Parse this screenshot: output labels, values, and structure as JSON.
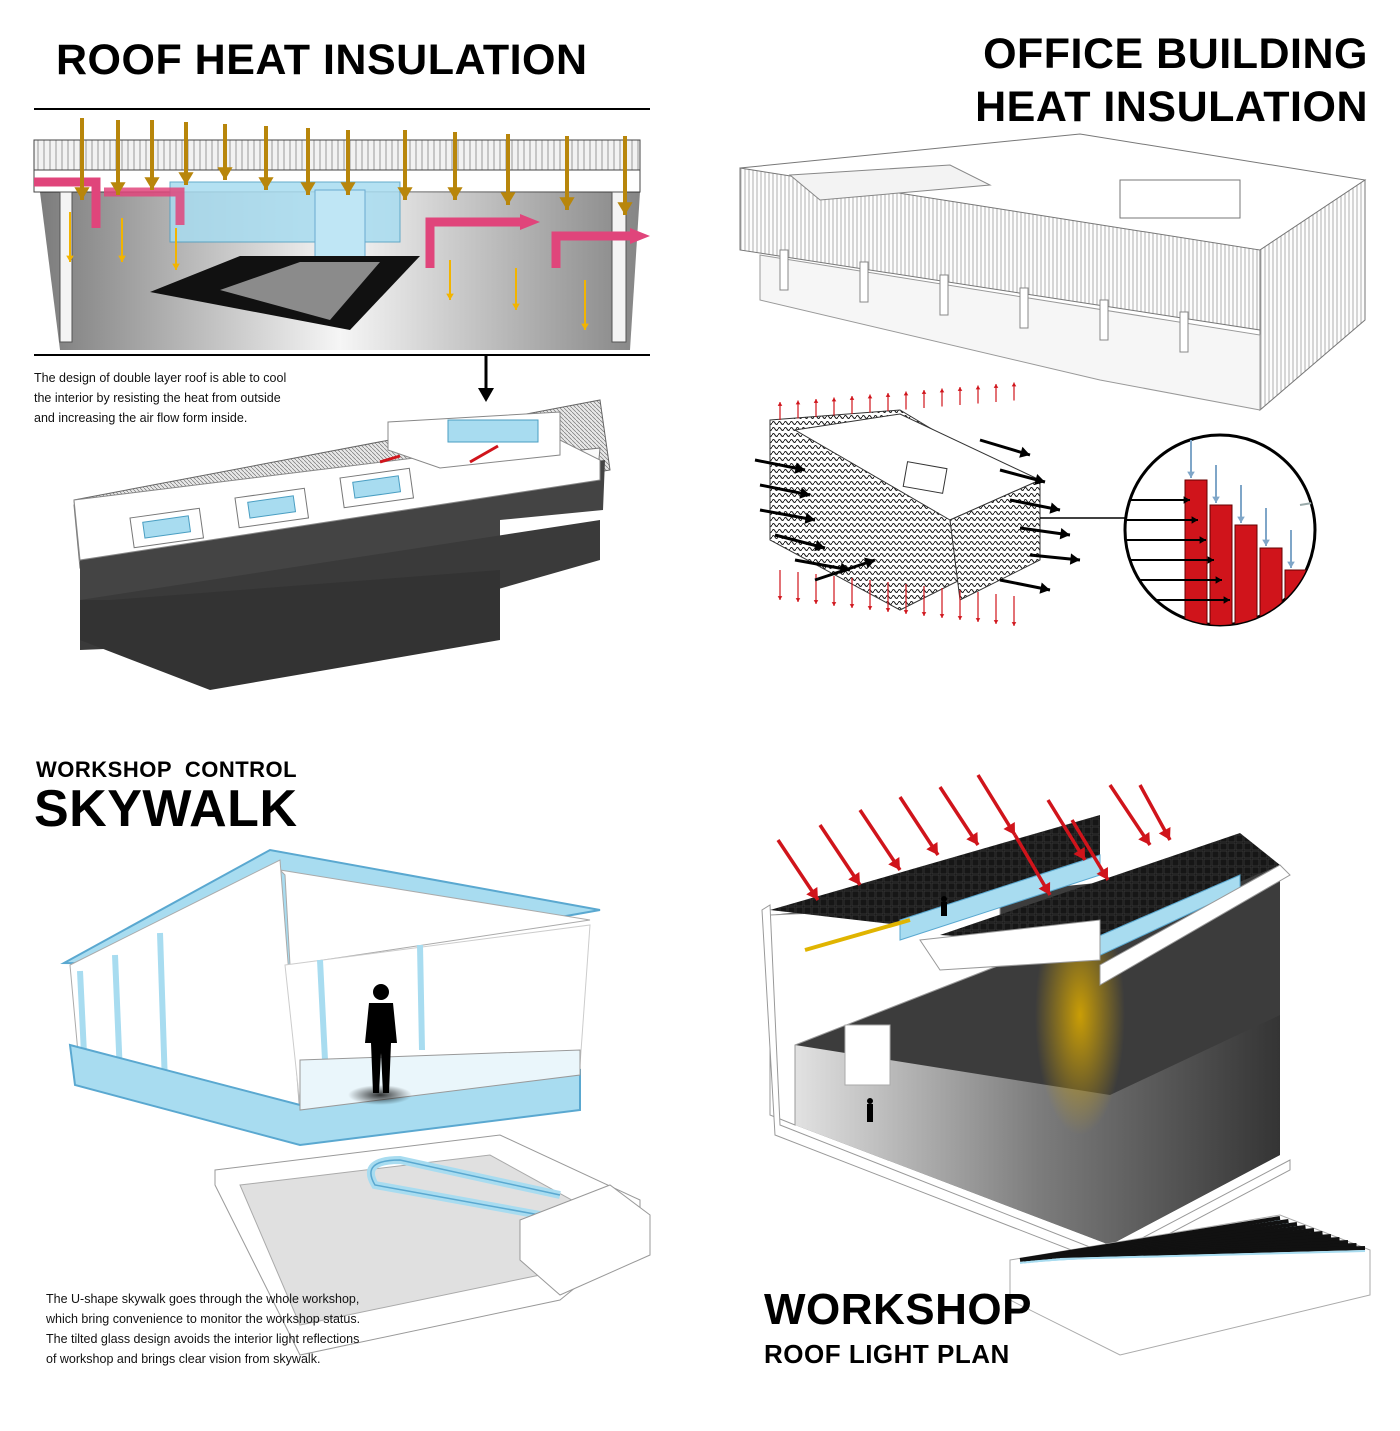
{
  "panels": {
    "roof": {
      "title": "ROOF HEAT INSULATION",
      "description": [
        "The design of double layer roof is able to cool",
        "the interior by resisting the heat from outside",
        "and increasing the air flow form inside."
      ]
    },
    "office": {
      "title_line1": "OFFICE BUILDING",
      "title_line2": "HEAT INSULATION"
    },
    "skywalk": {
      "subtitle": "WORKSHOP  CONTROL",
      "title": "SKYWALK",
      "description": [
        "The U-shape skywalk goes through the whole workshop,",
        "which bring convenience to monitor the workshop status.",
        "The tilted glass design avoids the interior light reflections",
        "of workshop and brings clear vision from skywalk."
      ]
    },
    "workshop": {
      "title": "WORKSHOP",
      "subtitle": "ROOF LIGHT PLAN"
    }
  },
  "colors": {
    "heat_arrow": "#b8860b",
    "cool_arrow": "#f2b400",
    "airflow": "#e0457b",
    "glass": "#a8dcf0",
    "sun_arrow": "#d0141b",
    "dark_mass": "#3a3a3a",
    "light_glow": "#e0b400"
  },
  "icons": {
    "person": "person-silhouette-icon",
    "down_arrow": "down-arrow-icon"
  }
}
